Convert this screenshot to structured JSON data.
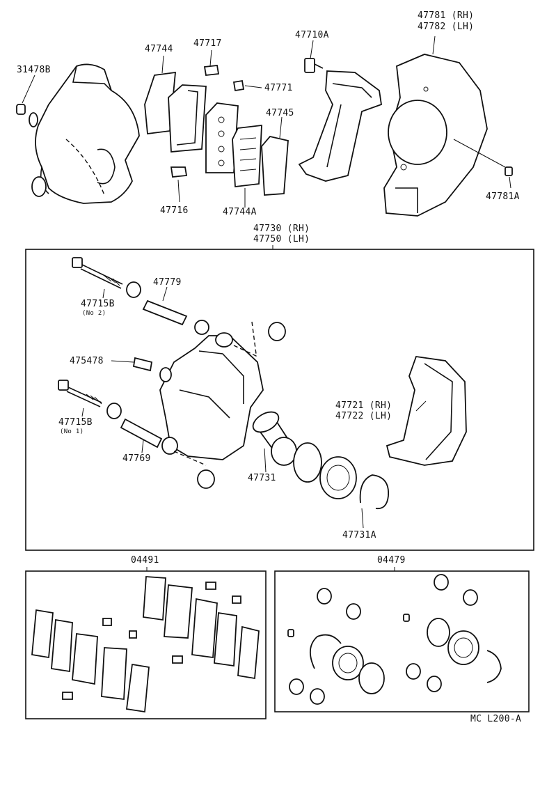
{
  "labels": {
    "p31478b": "31478B",
    "p47744": "47744",
    "p47717": "47717",
    "p47710a": "47710A",
    "p47781": "47781 (RH)",
    "p47782": "47782 (LH)",
    "p47771": "47771",
    "p47745": "47745",
    "p47716": "47716",
    "p47744a": "47744A",
    "p47781a": "47781A",
    "p47730": "47730 (RH)",
    "p47750": "47750 (LH)",
    "p47779": "47779",
    "p47715b_1": "47715B",
    "p47715b_1_note": "(No 2)",
    "p475478": "475478",
    "p47715b_2": "47715B",
    "p47715b_2_note": "(No 1)",
    "p47721": "47721 (RH)",
    "p47722": "47722 (LH)",
    "p47769": "47769",
    "p47731": "47731",
    "p47731a": "47731A",
    "p04491": "04491",
    "p04479": "04479",
    "code": "MC L200-A"
  }
}
